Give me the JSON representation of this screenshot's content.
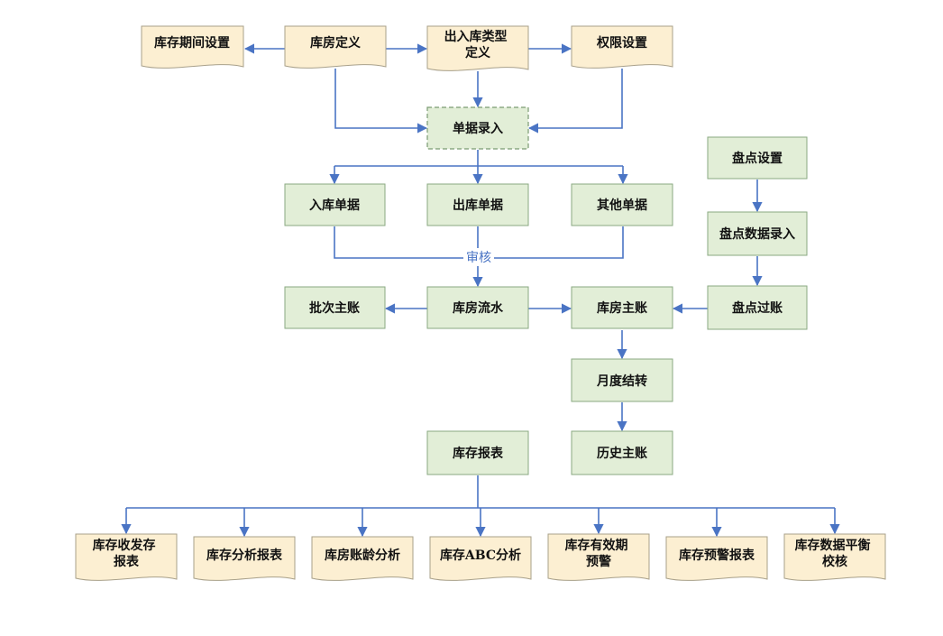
{
  "diagram": {
    "colors": {
      "process_fill": "#e2eed7",
      "document_fill": "#fcefd2",
      "connector": "#4a74c4"
    },
    "nodes": {
      "inventory_period_settings": "库存期间设置",
      "warehouse_definition": "库房定义",
      "in_out_type_definition": "出入库类型定义",
      "permission_settings": "权限设置",
      "document_entry": "单据录入",
      "inbound_document": "入库单据",
      "outbound_document": "出库单据",
      "other_document": "其他单据",
      "stocktake_settings": "盘点设置",
      "stocktake_data_entry": "盘点数据录入",
      "stocktake_posting": "盘点过账",
      "batch_main_ledger": "批次主账",
      "warehouse_journal": "库房流水",
      "warehouse_main_ledger": "库房主账",
      "monthly_carryover": "月度结转",
      "history_main_ledger": "历史主账",
      "inventory_report": "库存报表",
      "stock_receipt_issue_report": "库存收发存报表",
      "inventory_analysis_report": "库存分析报表",
      "warehouse_aging_analysis": "库房账龄分析",
      "inventory_abc_analysis": "库存ABC分析",
      "inventory_expiry_warning": "库存有效期预警",
      "inventory_warning_report": "库存预警报表",
      "inventory_balance_check": "库存数据平衡校核"
    },
    "edge_labels": {
      "audit": "审核"
    }
  }
}
